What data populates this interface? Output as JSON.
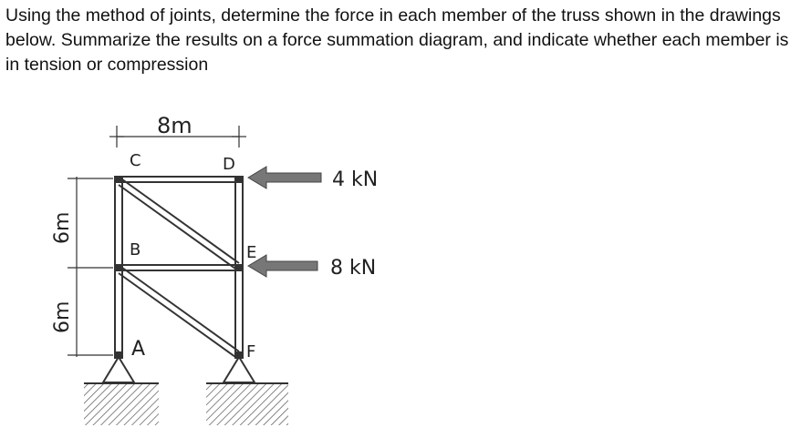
{
  "problem": {
    "text": "Using the method of joints, determine the force in each member of the truss shown in the drawings below. Summarize the results on a force summation diagram, and indicate whether each member is in tension or compression"
  },
  "diagram": {
    "width_label": "8m",
    "height_label_upper": "6m",
    "height_label_lower": "6m",
    "joints": [
      "A",
      "B",
      "C",
      "D",
      "E",
      "F"
    ],
    "loads": [
      {
        "label": "4 kN",
        "joint": "D"
      },
      {
        "label": "8 kN",
        "joint": "E"
      }
    ]
  },
  "colors": {
    "member": "#333333",
    "arrow": "#777777",
    "text": "#111111"
  }
}
